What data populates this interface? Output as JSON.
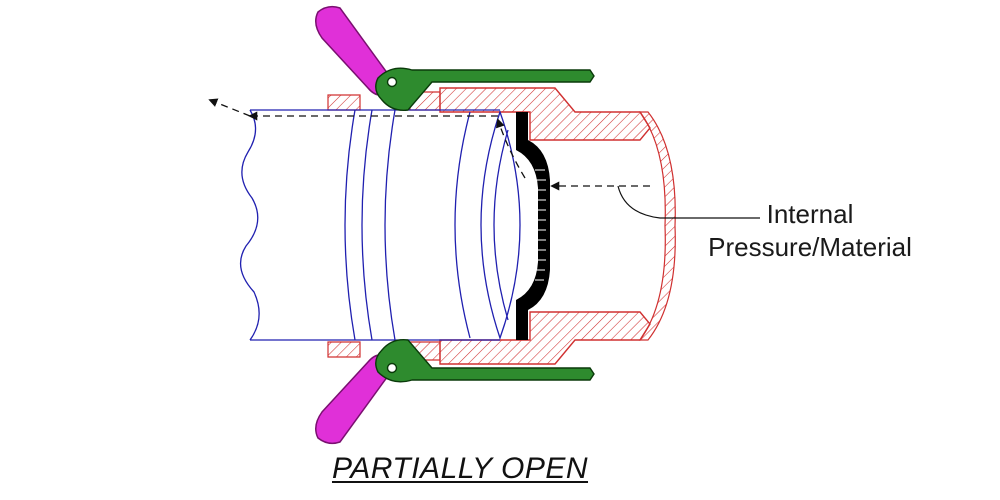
{
  "diagram": {
    "callout": {
      "line1": "Internal",
      "line2": "Pressure/Material"
    },
    "caption": "PARTIALLY OPEN",
    "colors": {
      "pipe_outline": "#2020b0",
      "hatch": "#d03030",
      "lever_green": "#2e8b2e",
      "arm_magenta": "#e030d8",
      "gasket": "#000000",
      "flow_arrow": "#111111"
    },
    "icons": [
      "flow-arrow-icon",
      "cam-lever-pivot-icon"
    ]
  }
}
